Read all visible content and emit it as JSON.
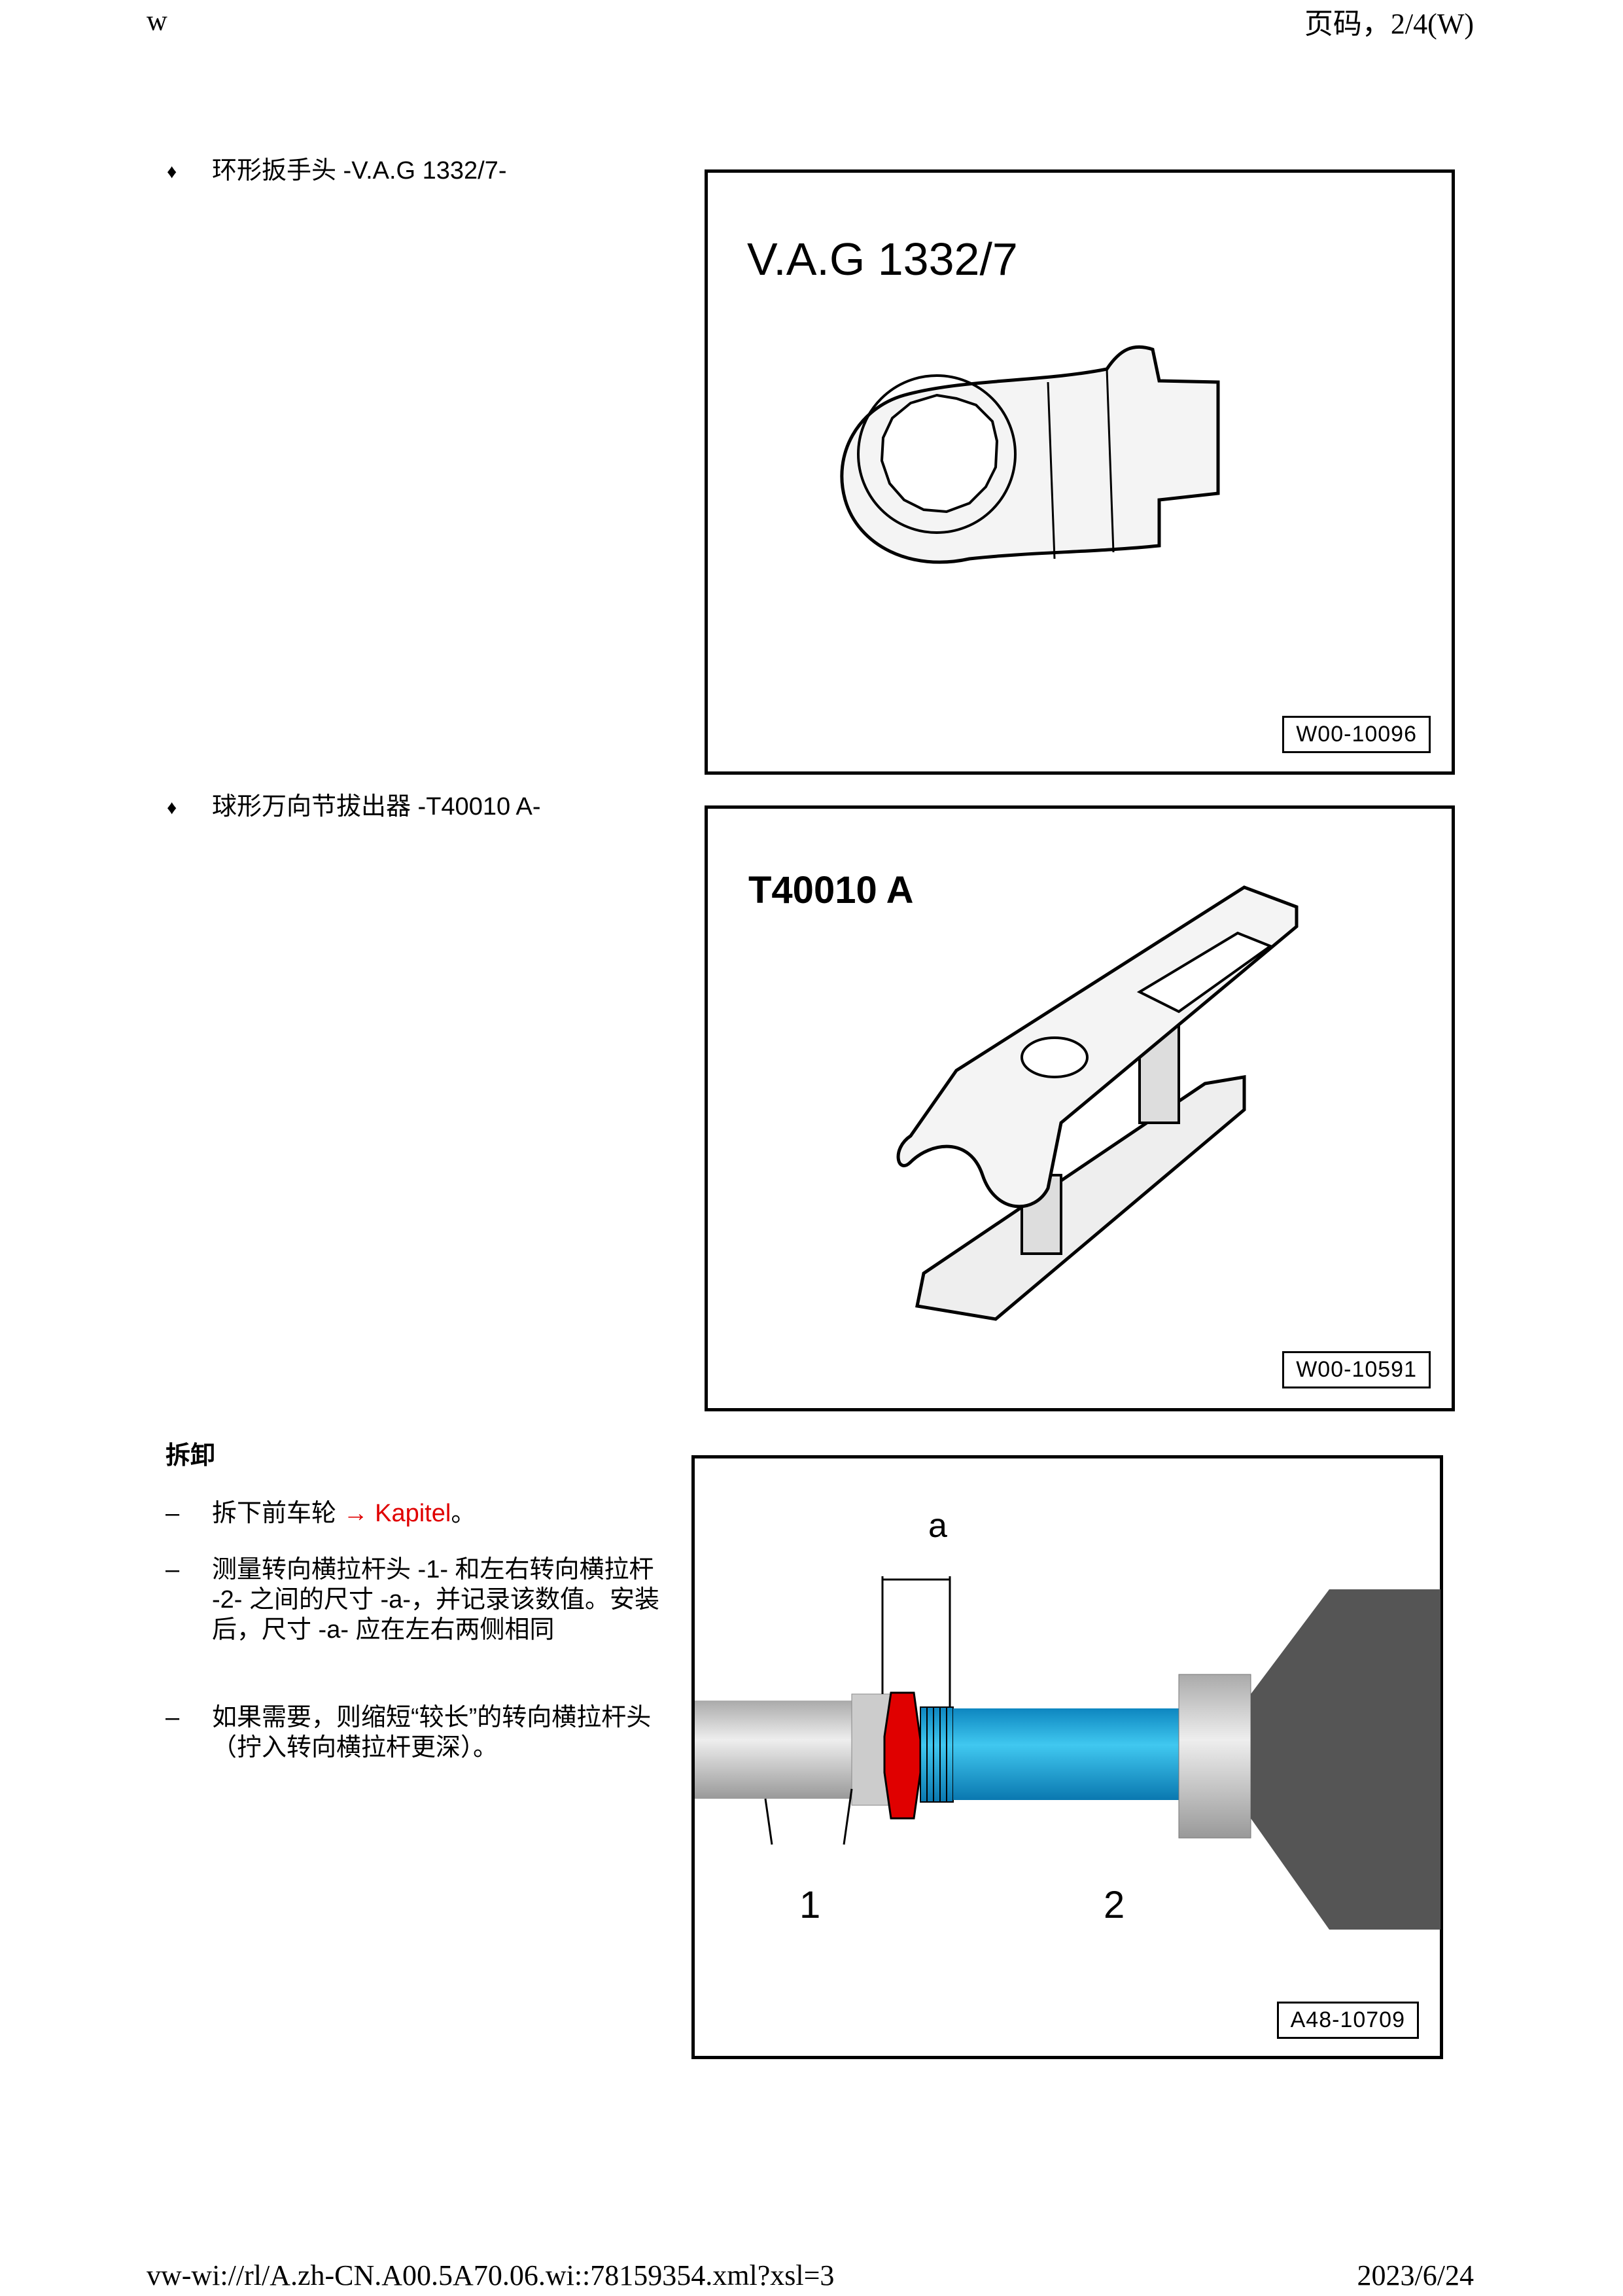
{
  "header": {
    "left": "w",
    "right": "页码，2/4(W)"
  },
  "tools": [
    {
      "bullet": "♦",
      "label": "环形扳手头 -V.A.G 1332/7-",
      "figure_title": "V.A.G 1332/7",
      "figure_code": "W00-10096"
    },
    {
      "bullet": "♦",
      "label": "球形万向节拔出器 -T40010 A-",
      "figure_title": "T40010 A",
      "figure_code": "W00-10591"
    }
  ],
  "section": {
    "heading": "拆卸",
    "steps": [
      {
        "dash": "–",
        "text": "拆下前车轮 ",
        "link": "→ Kapitel",
        "suffix": "。"
      },
      {
        "dash": "–",
        "text": "测量转向横拉杆头 -1- 和左右转向横拉杆 -2- 之间的尺寸 -a-，并记录该数值。安装后，尺寸 -a- 应在左右两侧相同"
      },
      {
        "dash": "–",
        "text": "如果需要，则缩短“较长”的转向横拉杆头（拧入转向横拉杆更深）。"
      }
    ],
    "figure": {
      "dimension_label": "a",
      "callouts": [
        "1",
        "2"
      ],
      "figure_code": "A48-10709"
    }
  },
  "footer": {
    "left": "vw-wi://rl/A.zh-CN.A00.5A70.06.wi::78159354.xml?xsl=3",
    "right": "2023/6/24"
  },
  "colors": {
    "link": "#e00000",
    "nut": "#e00000",
    "rod": "#1aa0d8"
  }
}
